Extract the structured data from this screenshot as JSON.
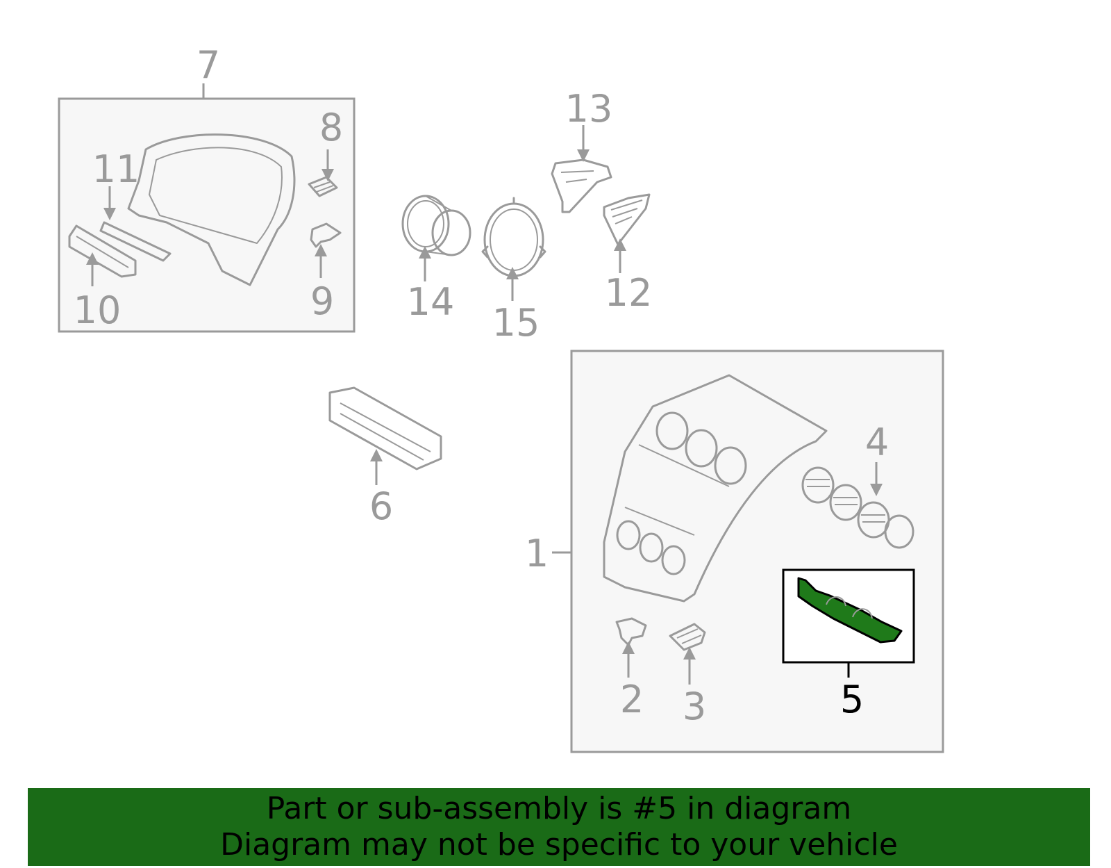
{
  "callouts": {
    "c1": "1",
    "c2": "2",
    "c3": "3",
    "c4": "4",
    "c5": "5",
    "c6": "6",
    "c7": "7",
    "c8": "8",
    "c9": "9",
    "c10": "10",
    "c11": "11",
    "c12": "12",
    "c13": "13",
    "c14": "14",
    "c15": "15"
  },
  "highlighted_part": "5",
  "colors": {
    "highlight_fill": "#1f7a1a",
    "line_gray": "#9a9a9a",
    "banner_bg": "#1a6b17"
  },
  "banner": {
    "line1": "Part or sub-assembly is #5 in diagram",
    "line2": "Diagram may not be specific to your vehicle"
  }
}
